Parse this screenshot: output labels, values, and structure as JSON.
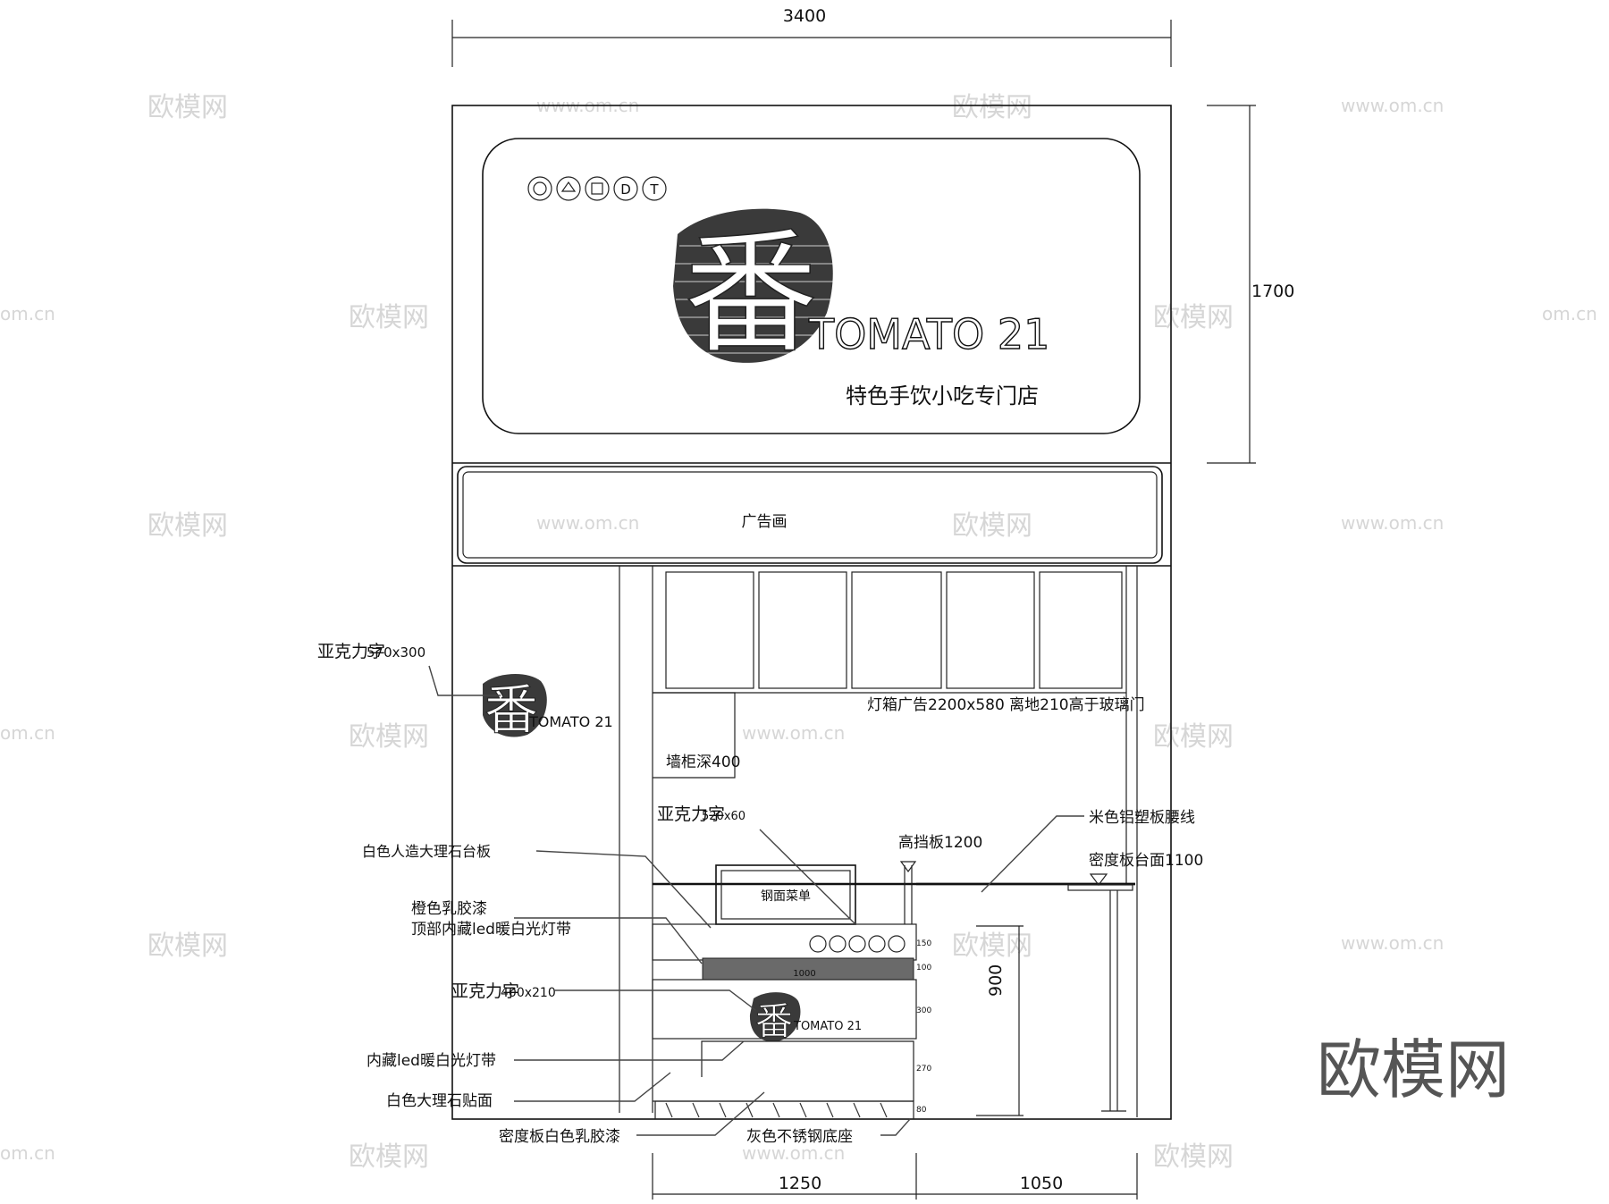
{
  "dimensions": {
    "top_width": "3400",
    "right_height": "1700",
    "bottom_left": "1250",
    "bottom_right": "1050",
    "counter_height": "900"
  },
  "sign": {
    "brand_name": "TOMATO 21",
    "slogan": "特色手饮小吃专门店",
    "emblem_char": "番",
    "badges": [
      "图标1",
      "图标2",
      "图标3",
      "图标4",
      "图标5"
    ]
  },
  "banner": {
    "label": "广告画"
  },
  "annotations": {
    "side_logo": "亚克力字",
    "side_logo_size": "570x300",
    "lightbox": "灯箱广告2200x580 离地210高于玻璃门",
    "wall_cabinet": "墙柜深400",
    "counter_logo": "亚克力字",
    "counter_logo_size": "520x60",
    "high_board": "高挡板1200",
    "waistline": "米色铝塑板腰线",
    "mdf_top": "密度板台面1100",
    "marble_top": "白色人造大理石台板",
    "orange_paint": "橙色乳胶漆",
    "led_strip_top": "顶部内藏led暖白光灯带",
    "front_logo": "亚克力字",
    "front_logo_size": "400x210",
    "led_strip": "内藏led暖白光灯带",
    "marble_face": "白色大理石贴面",
    "mdf_paint": "密度板白色乳胶漆",
    "steel_base": "灰色不锈钢底座",
    "menu_box": "钢面菜单"
  },
  "small_dims": [
    "150",
    "100",
    "300",
    "270",
    "80",
    "1000"
  ],
  "watermarks": {
    "brand": "欧模网",
    "url": "www.om.cn",
    "url_partial": "om.cn"
  }
}
